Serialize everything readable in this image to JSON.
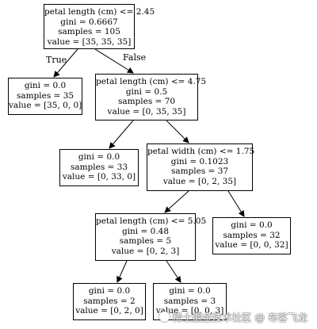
{
  "nodes": {
    "root": [
      "petal length (cm) <= 2.45",
      "gini = 0.6667",
      "samples = 105",
      "value = [35, 35, 35]"
    ],
    "leaf_setosa": [
      "gini = 0.0",
      "samples = 35",
      "value = [35, 0, 0]"
    ],
    "split_petal_length_475": [
      "petal length (cm) <= 4.75",
      "gini = 0.5",
      "samples = 70",
      "value = [0, 35, 35]"
    ],
    "leaf_33": [
      "gini = 0.0",
      "samples = 33",
      "value = [0, 33, 0]"
    ],
    "split_petal_width": [
      "petal width (cm) <= 1.75",
      "gini = 0.1023",
      "samples = 37",
      "value = [0, 2, 35]"
    ],
    "split_petal_length_505": [
      "petal length (cm) <= 5.05",
      "gini = 0.48",
      "samples = 5",
      "value = [0, 2, 3]"
    ],
    "leaf_32": [
      "gini = 0.0",
      "samples = 32",
      "value = [0, 0, 32]"
    ],
    "leaf_2": [
      "gini = 0.0",
      "samples = 2",
      "value = [0, 2, 0]"
    ],
    "leaf_3": [
      "gini = 0.0",
      "samples = 3",
      "value = [0, 0, 3]"
    ]
  },
  "edge_labels": {
    "true": "True",
    "false": "False"
  },
  "watermark": "稀土掘金技术社区 @ 布客飞龙"
}
